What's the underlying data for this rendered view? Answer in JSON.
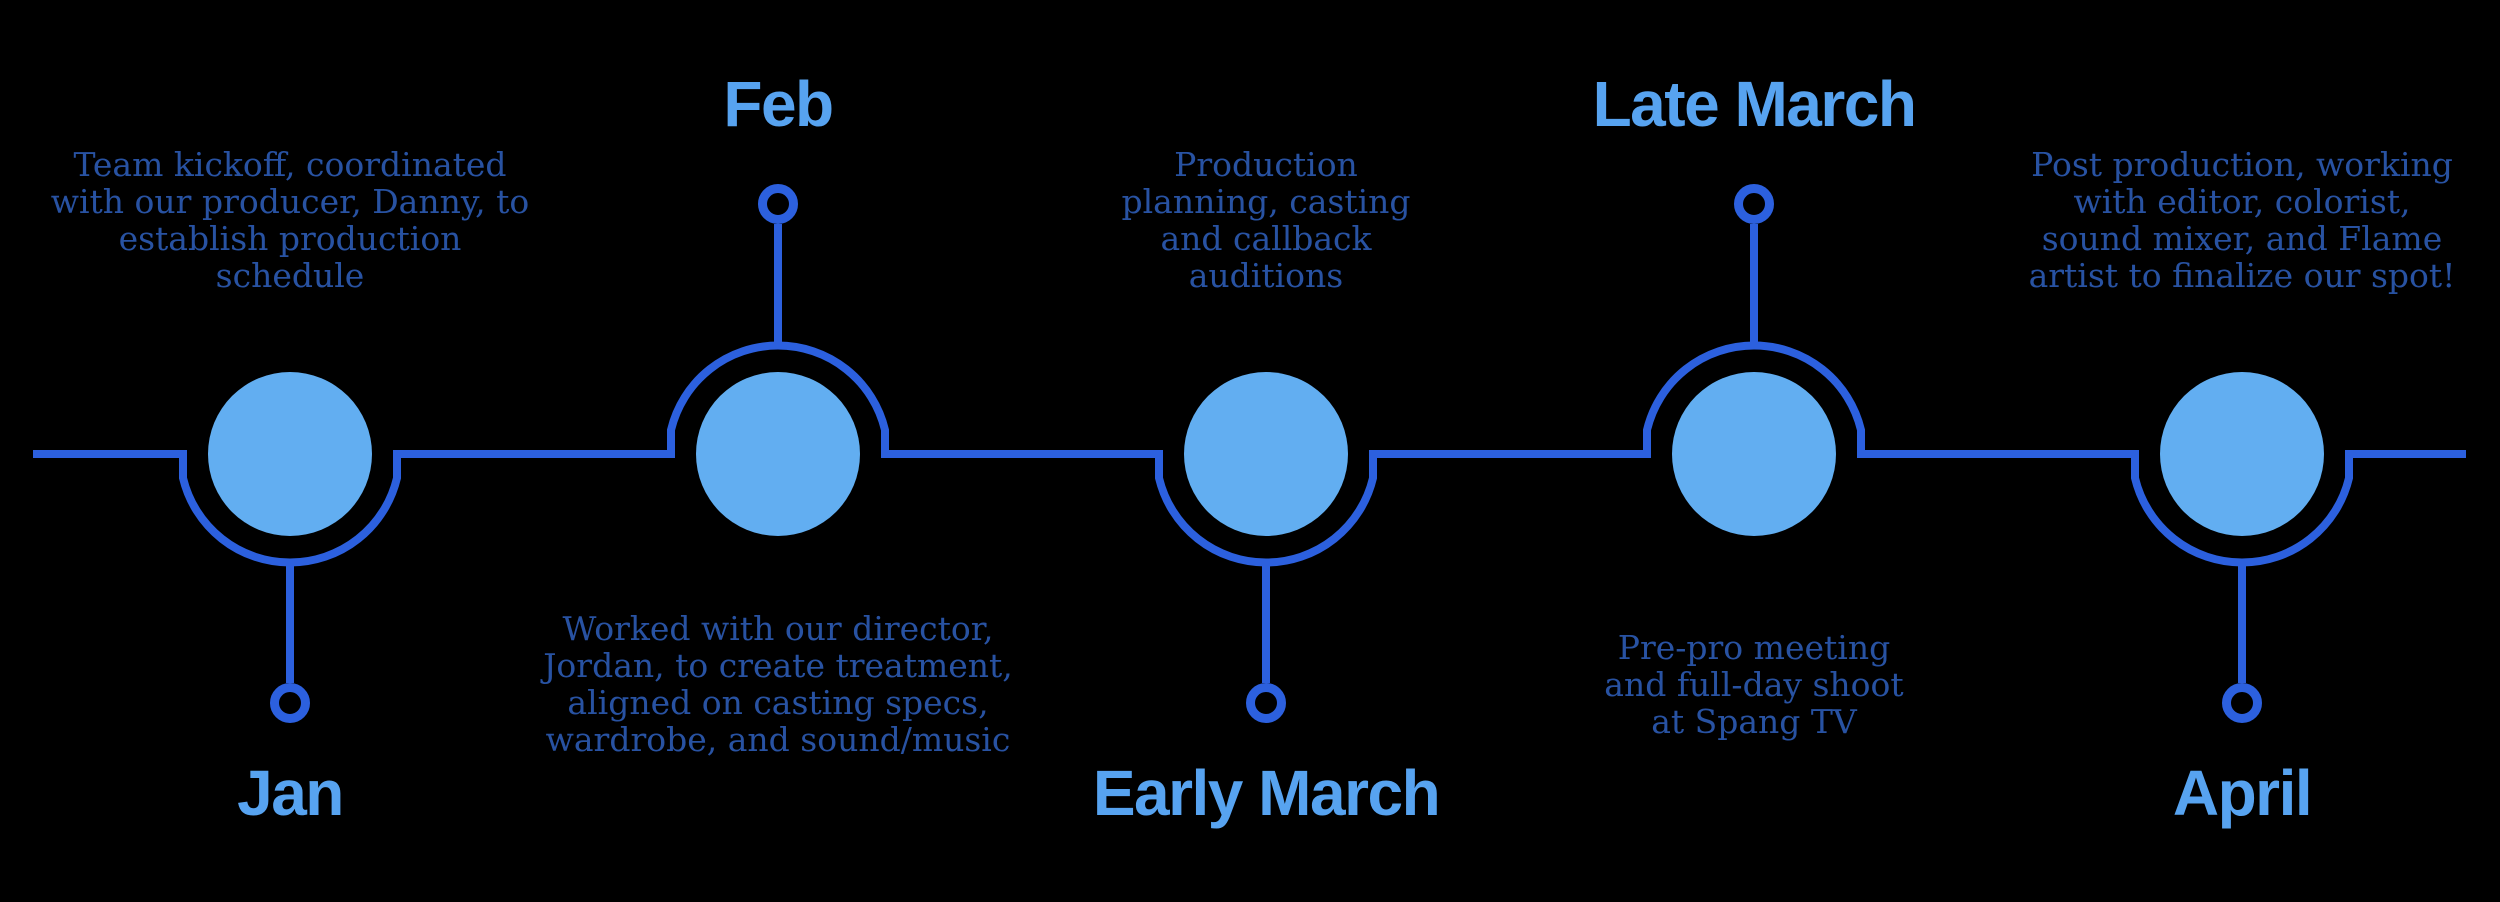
{
  "background": "#000000",
  "colors": {
    "line": "#2c60de",
    "node_fill": "#62aef1",
    "title": "#57a3f0",
    "description": "#2852a2"
  },
  "timeline": {
    "milestones": [
      {
        "label": "Jan",
        "side": "down",
        "description": "Team kickoff, coordinated\nwith our producer, Danny, to\nestablish production schedule"
      },
      {
        "label": "Feb",
        "side": "up",
        "description": "Worked with our director,\nJordan, to create treatment,\naligned on casting specs,\nwardrobe, and sound/music"
      },
      {
        "label": "Early March",
        "side": "down",
        "description": "Production\nplanning, casting\nand callback\nauditions"
      },
      {
        "label": "Late March",
        "side": "up",
        "description": "Pre-pro meeting\nand full-day shoot\nat Spang TV"
      },
      {
        "label": "April",
        "side": "down",
        "description": "Post production, working\nwith editor, colorist,\nsound mixer, and Flame\nartist to finalize our spot!"
      }
    ]
  }
}
